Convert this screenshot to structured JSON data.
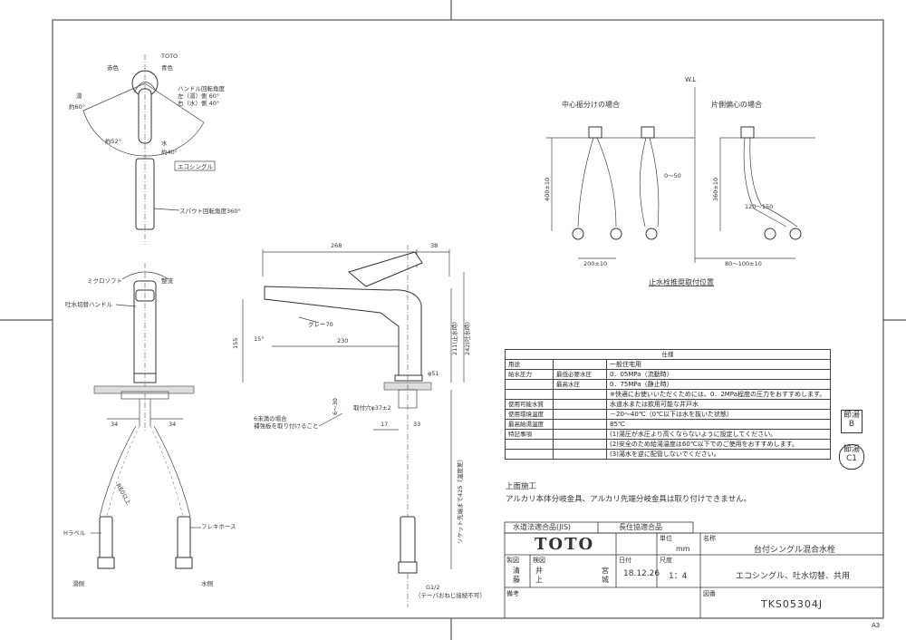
{
  "labels": {
    "toto_small": "TOTO",
    "red_mark": "赤色",
    "blue_mark": "青色",
    "handle_angle_title": "ハンドル回転角度",
    "handle_angle_left": "左（湯）側 60°",
    "handle_angle_right": "右（水）側 40°",
    "hot_side": "湯",
    "hot_angle": "約60°",
    "cold_side": "水",
    "cold_angle": "約40°",
    "mid_angle": "約52°",
    "eco_single": "エコシングル",
    "spout_rotation": "スパウト回転角度360°",
    "mix_soft": "ミクロソフト",
    "rectify": "整流",
    "switch_handle": "吐水切替ハンドル",
    "dim_34a": "34",
    "dim_34b": "34",
    "radius_label": "R60以上",
    "h_label": "Hラベル",
    "flexi_hose": "フレキホース",
    "hot_side2": "湯側",
    "cold_side2": "水側",
    "dim_268": "268",
    "dim_38": "38",
    "grey_70": "グレー70",
    "angle_15": "15°",
    "dim_155": "155",
    "dim_230": "230",
    "dim_211": "211(止水時)",
    "dim_242": "242(吐水時)",
    "dim_51": "φ51",
    "six_thread_note1": "6未満の場合",
    "six_thread_note2": "補強板を取り付けること",
    "dim_6_30": "6〜30",
    "mount_hole": "取付穴φ37±2",
    "dim_17": "17",
    "dim_33": "33",
    "socket_length": "ソケット先端まで425（温度差）",
    "thread_g12": "G1/2",
    "thread_note": "（テーパおねじ接続不可）",
    "wl": "W.L",
    "center_split": "中心振分けの場合",
    "side_offset": "片側偏心の場合",
    "dim_400": "400±10",
    "dim_0_50": "0〜50",
    "dim_360": "360±10",
    "dim_120_150": "120〜150",
    "dim_200": "200±10",
    "dim_80_100": "80〜100±10",
    "valve_position": "止水栓推奨取付位置"
  },
  "spec": {
    "title": "仕様",
    "rows": [
      {
        "k": "用途",
        "k2": "",
        "v": "一般住宅用"
      },
      {
        "k": "給水圧力",
        "k2": "最低必要水圧",
        "v": "0．05MPa（流動時）"
      },
      {
        "k": "",
        "k2": "最高水圧",
        "v": "0．75MPa（静止時）"
      },
      {
        "k": "",
        "k2": "",
        "v": "※快適にお使いいただくためには、0．2MPa程度の圧力をおすすめします。"
      },
      {
        "k": "使用可能水質",
        "k2": "",
        "v": "水道水または飲用可能な井戸水"
      },
      {
        "k": "使用環境温度",
        "k2": "",
        "v": "－20～40℃（0℃以下は水を抜いた状態）"
      },
      {
        "k": "最高給湯温度",
        "k2": "",
        "v": "85℃"
      },
      {
        "k": "特記事項",
        "k2": "",
        "v": "(1)湯圧が水圧より高くならないように設定してください。"
      },
      {
        "k": "",
        "k2": "",
        "v": "(2)安全のため給湯温度は60℃以下でのご使用をおすすめします。"
      },
      {
        "k": "",
        "k2": "",
        "v": "(3)湯水を逆に配管しないでください。"
      }
    ]
  },
  "badges": {
    "b1_line1": "節湯",
    "b1_line2": "B",
    "b2_line1": "節湯",
    "b2_line2": "C1"
  },
  "notes": {
    "top_install": "上面施工",
    "alkali": "アルカリ本体分岐金具、アルカリ先端分岐金具は取り付けできません。"
  },
  "title_block": {
    "water_law": "水道法適合品(JIS)",
    "long_life": "長住協適合品",
    "brand": "TOTO",
    "unit_label": "単位",
    "unit": "mm",
    "name_label": "名称",
    "product_name": "台付シングル混合水栓",
    "made_label": "製図",
    "check_label": "検図",
    "approver_a": "清",
    "approver_b": "藤",
    "approver_c": "井",
    "approver_d": "上",
    "approver_e": "宮",
    "approver_f": "城",
    "date_label": "日付",
    "date": "18.12.26",
    "scale_label": "尺度",
    "scale": "1：4",
    "features": "エコシングル、吐水切替、共用",
    "remarks_label": "備考",
    "drawing_no_label": "図番",
    "drawing_no": "TKS05304J",
    "paper_size": "A3"
  }
}
